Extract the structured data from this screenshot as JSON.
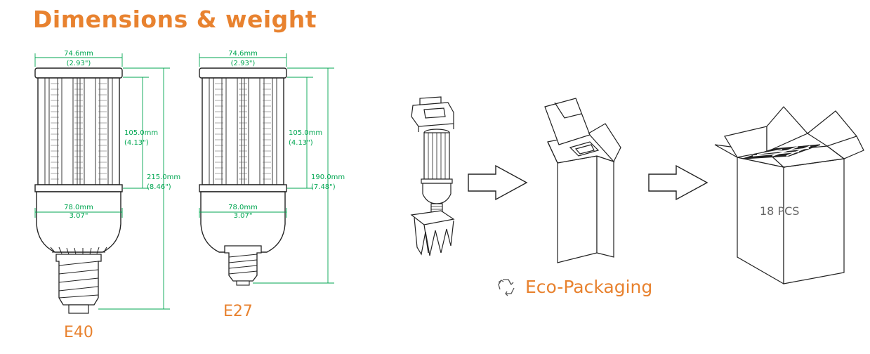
{
  "header": {
    "title": "Dimensions & weight"
  },
  "bulbs": [
    {
      "label": "E40",
      "top_width_mm": "74.6mm",
      "top_width_in": "(2.93\")",
      "led_height_mm": "105.0mm",
      "led_height_in": "(4.13\")",
      "total_height_mm": "215.0mm",
      "total_height_in": "(8.46\")",
      "body_width_mm": "78.0mm",
      "body_width_in": "3.07\""
    },
    {
      "label": "E27",
      "top_width_mm": "74.6mm",
      "top_width_in": "(2.93\")",
      "led_height_mm": "105.0mm",
      "led_height_in": "(4.13\")",
      "total_height_mm": "190.0mm",
      "total_height_in": "(7.48\")",
      "body_width_mm": "78.0mm",
      "body_width_in": "3.07\""
    }
  ],
  "packaging": {
    "label": "Eco-Packaging",
    "carton_count": "18 PCS"
  },
  "colors": {
    "accent": "#e8822f",
    "dimension": "#00a651",
    "drawing": "#222222"
  },
  "icons": [
    "recycle-icon",
    "arrow-right-icon"
  ]
}
